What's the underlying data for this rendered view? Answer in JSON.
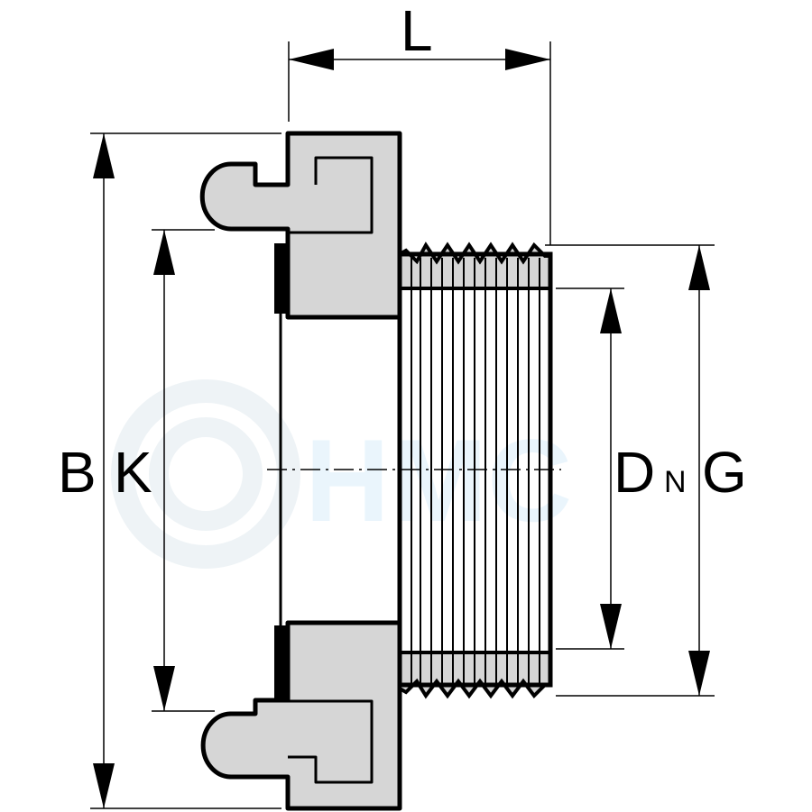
{
  "labels": {
    "length": "L",
    "outer_diameter": "B",
    "bolt_circle": "K",
    "nominal_diameter": "D",
    "nominal_subscript": "N",
    "thread": "G"
  },
  "watermark": {
    "text": "HMC",
    "ring_color": "#eef3f6",
    "text_color": "#eaf5fc"
  },
  "colors": {
    "body_fill": "#d6d6d6",
    "outline": "#000000",
    "seal": "#000000",
    "background": "#ffffff"
  },
  "icons": {
    "arrowhead": "filled-triangle"
  }
}
